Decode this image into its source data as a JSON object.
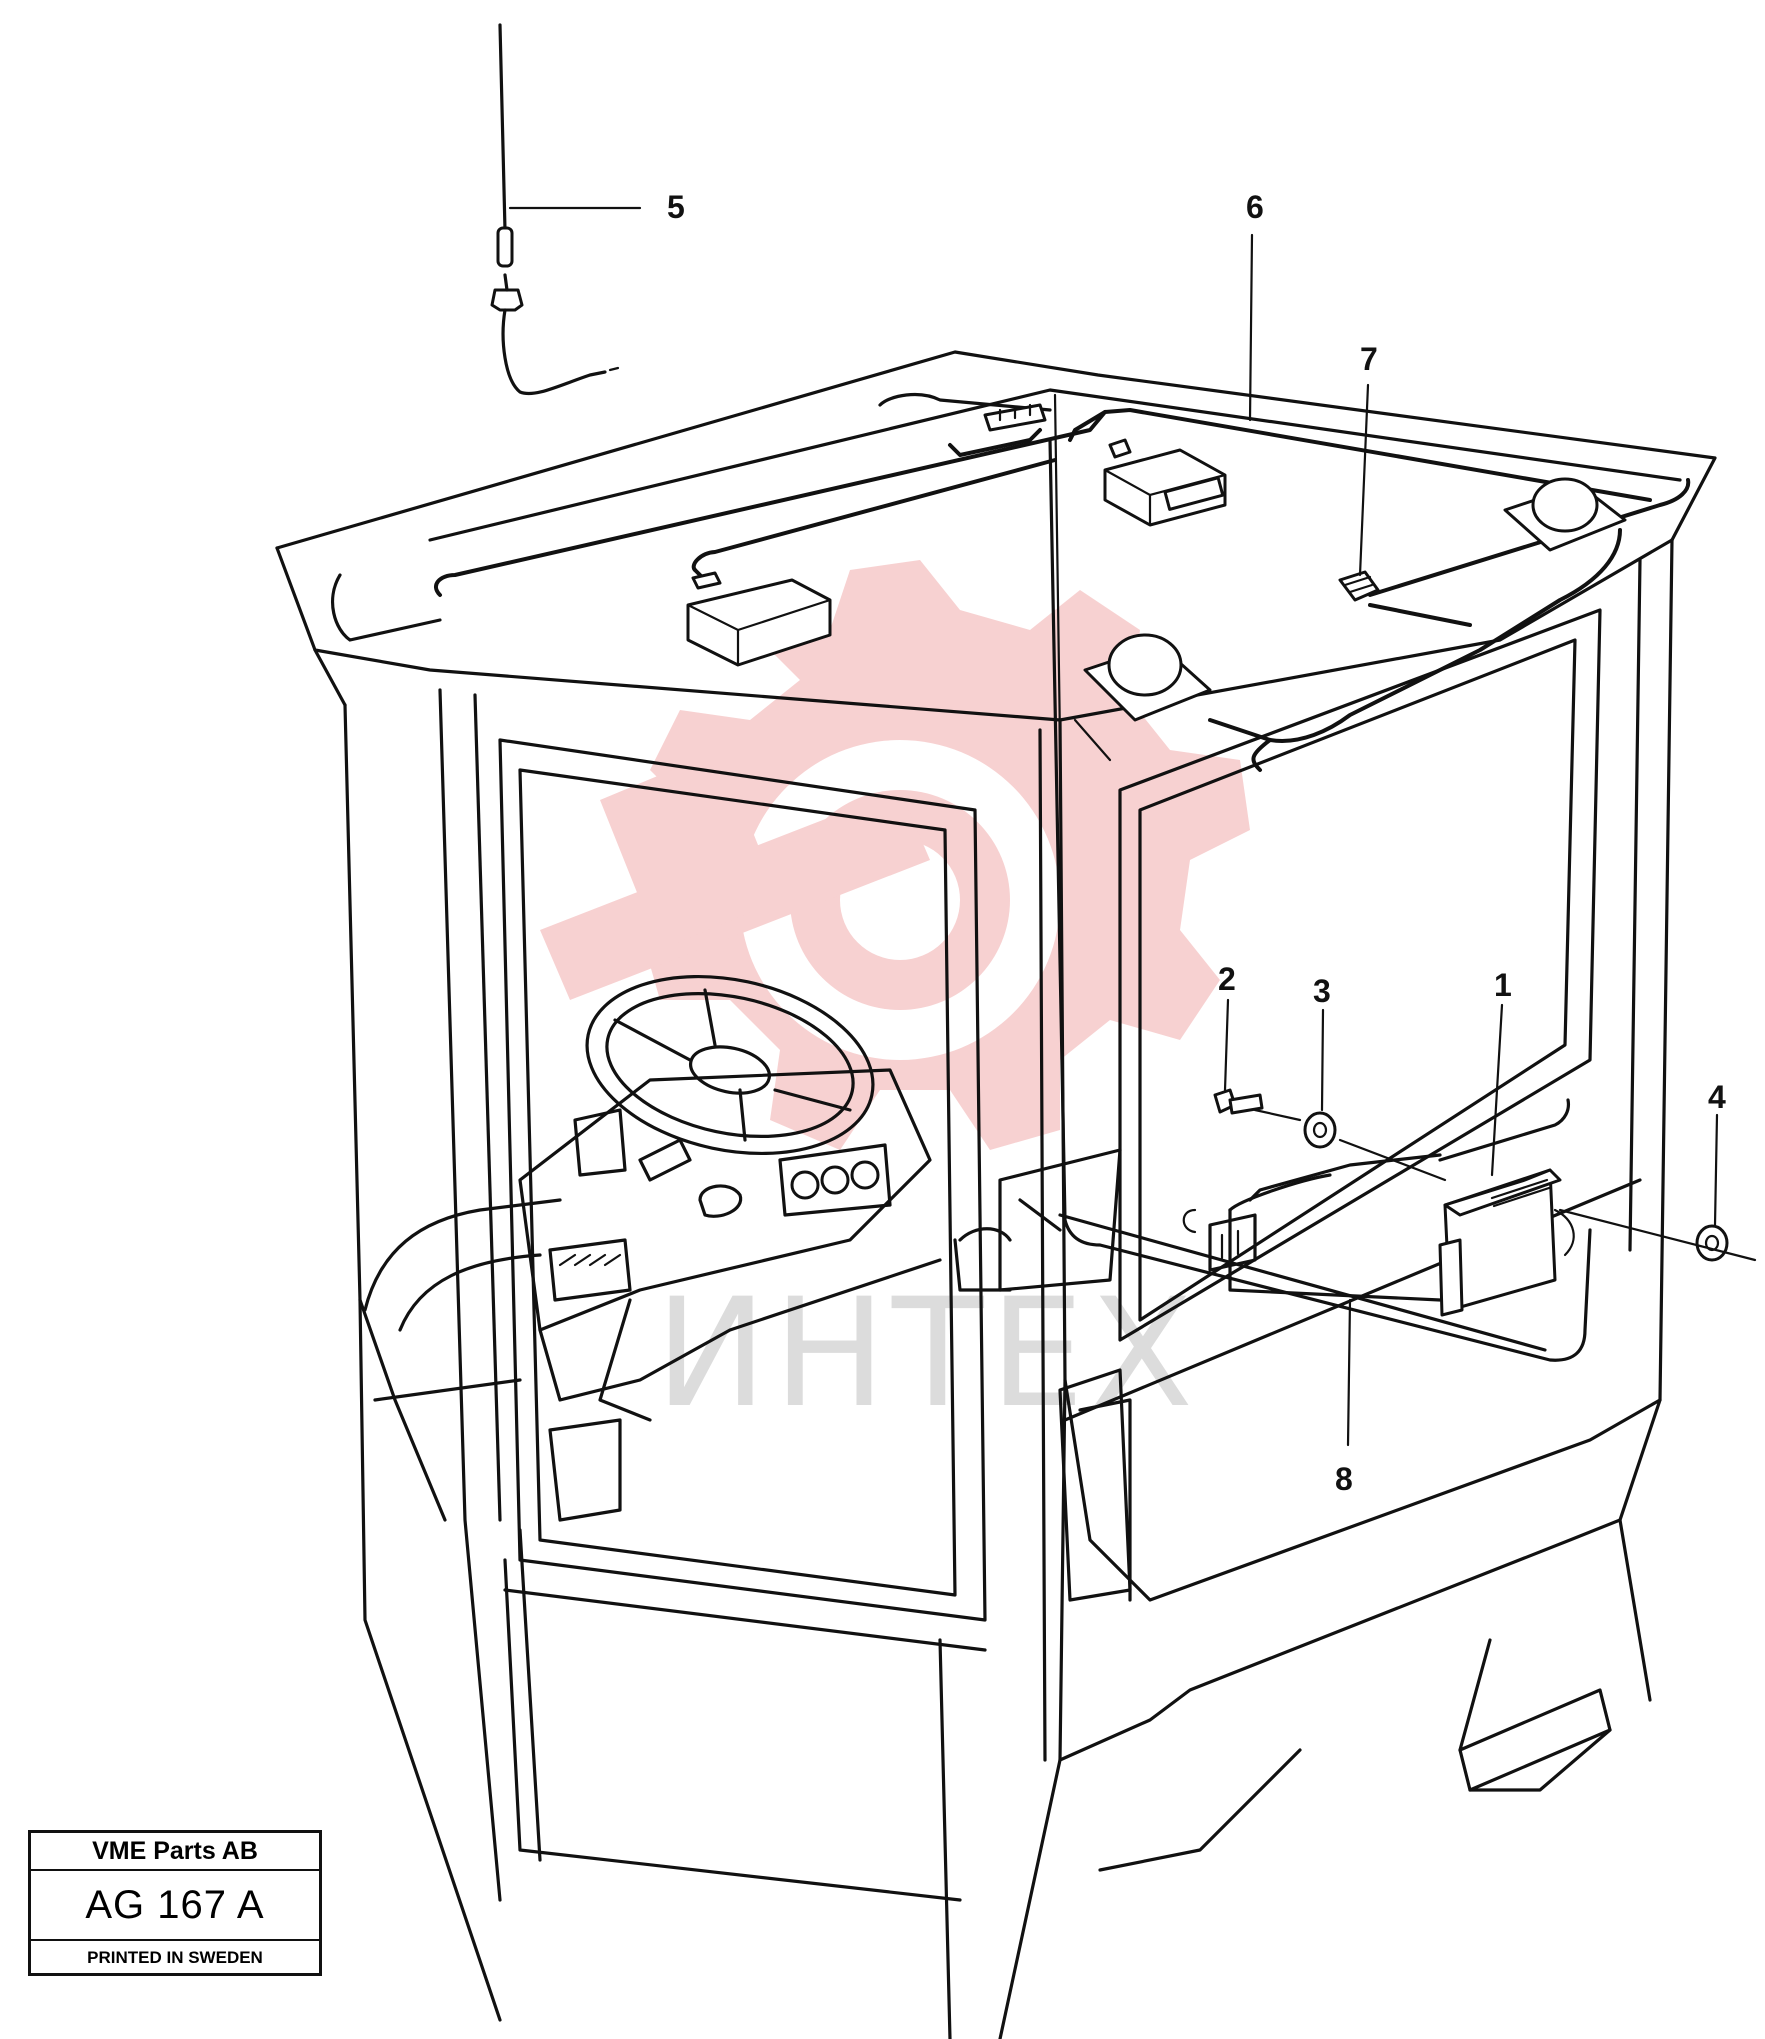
{
  "callouts": [
    {
      "label": "5"
    },
    {
      "label": "6"
    },
    {
      "label": "7"
    },
    {
      "label": "2"
    },
    {
      "label": "3"
    },
    {
      "label": "1"
    },
    {
      "label": "4"
    },
    {
      "label": "8"
    }
  ],
  "watermark": {
    "text": "ИНТЕХ",
    "logo_color": "#f6c9c9",
    "text_color": "#dcdcdc"
  },
  "title_block": {
    "company": "VME Parts AB",
    "drawing_number": "AG 167 A",
    "printed": "PRINTED IN SWEDEN"
  },
  "colors": {
    "line": "#111111",
    "background": "#ffffff"
  }
}
